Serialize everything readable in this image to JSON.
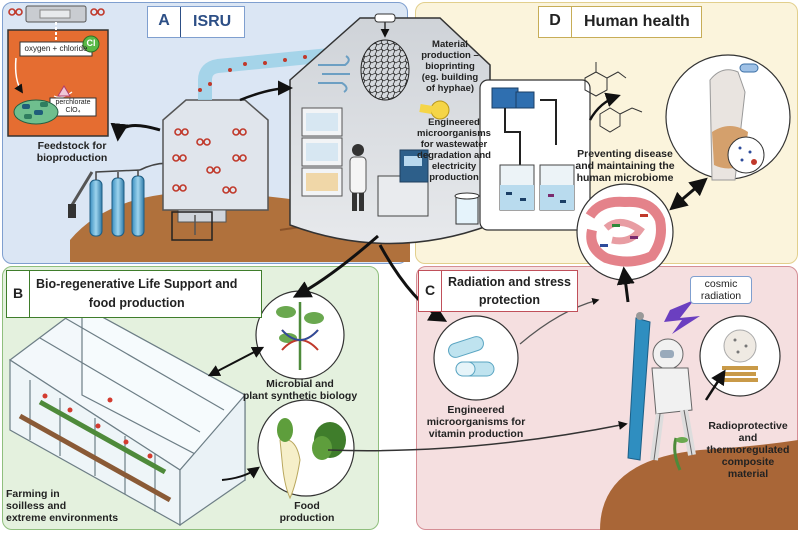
{
  "panels": {
    "a": {
      "letter": "A",
      "title": "ISRU"
    },
    "b": {
      "letter": "B",
      "title_line1": "Bio-regenerative Life Support and",
      "title_line2": "food production"
    },
    "c": {
      "letter": "C",
      "title_line1": "Radiation and stress",
      "title_line2": "protection"
    },
    "d": {
      "letter": "D",
      "title": "Human health"
    }
  },
  "labels": {
    "oxygen_chloride": "oxygen + chloride",
    "cl": "Cl",
    "perchlorate_1": "perchlorate",
    "perchlorate_2": "ClO₄",
    "feedstock_1": "Feedstock for",
    "feedstock_2": "bioproduction",
    "material_1": "Material",
    "material_2": "production –",
    "material_3": "bioprinting",
    "material_4": "(eg. building",
    "material_5": "of hyphae)",
    "engineered_1": "Engineered",
    "engineered_2": "microorganisms",
    "engineered_3": "for wastewater",
    "engineered_4": "degradation and",
    "engineered_5": "electricity",
    "engineered_6": "production",
    "preventing_1": "Preventing disease",
    "preventing_2": "and maintaining the",
    "preventing_3": "human microbiome",
    "microbial_1": "Microbial and",
    "microbial_2": "plant synthetic biology",
    "farming_1": "Farming in",
    "farming_2": "soilless and",
    "farming_3": "extreme environments",
    "food_1": "Food",
    "food_2": "production",
    "vitamin_1": "Engineered",
    "vitamin_2": "microorganisms for",
    "vitamin_3": "vitamin production",
    "cosmic_1": "cosmic",
    "cosmic_2": "radiation",
    "radio_1": "Radioprotective",
    "radio_2": "and",
    "radio_3": "thermoregulated",
    "radio_4": "composite",
    "radio_5": "material"
  },
  "colors": {
    "panel_a": "#dbe6f4",
    "panel_b": "#e4f1de",
    "panel_c": "#f5dfe0",
    "panel_d": "#fbf4dc",
    "mars_soil": "#b0713c",
    "oxygen_red": "#c0392b",
    "vent_blue": "#9fd2e8",
    "arrow": "#111111"
  },
  "icons": [
    "gas-tank-icon",
    "reactor-vessel-icon",
    "oxygen-molecule-icon",
    "habitat-dome-icon",
    "scientist-icon",
    "pump-icon",
    "light-bulb-icon",
    "wind-icon",
    "fungal-mycelium-icon",
    "greenhouse-icon",
    "plant-dna-icon",
    "vegetable-icon",
    "capsule-icon",
    "astronaut-icon",
    "lightning-icon",
    "human-body-icon",
    "intestine-icon",
    "molecule-icon"
  ]
}
